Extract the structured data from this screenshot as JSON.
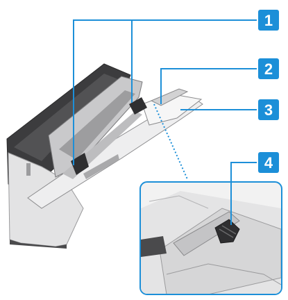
{
  "colors": {
    "callout_fill": "#1c8fd8",
    "callout_text": "#ffffff",
    "leader_line": "#1c8fd8",
    "inset_border": "#1c8fd8",
    "printer_dark": "#3c3c3e",
    "printer_mid": "#7a7a7c",
    "printer_light": "#d9d9da",
    "guide_dark": "#2f2f31"
  },
  "callouts": [
    {
      "number": "1",
      "part": "paper-guides-pair"
    },
    {
      "number": "2",
      "part": "tray"
    },
    {
      "number": "3",
      "part": "tray-extension"
    },
    {
      "number": "4",
      "part": "guide-lock-lever"
    }
  ]
}
